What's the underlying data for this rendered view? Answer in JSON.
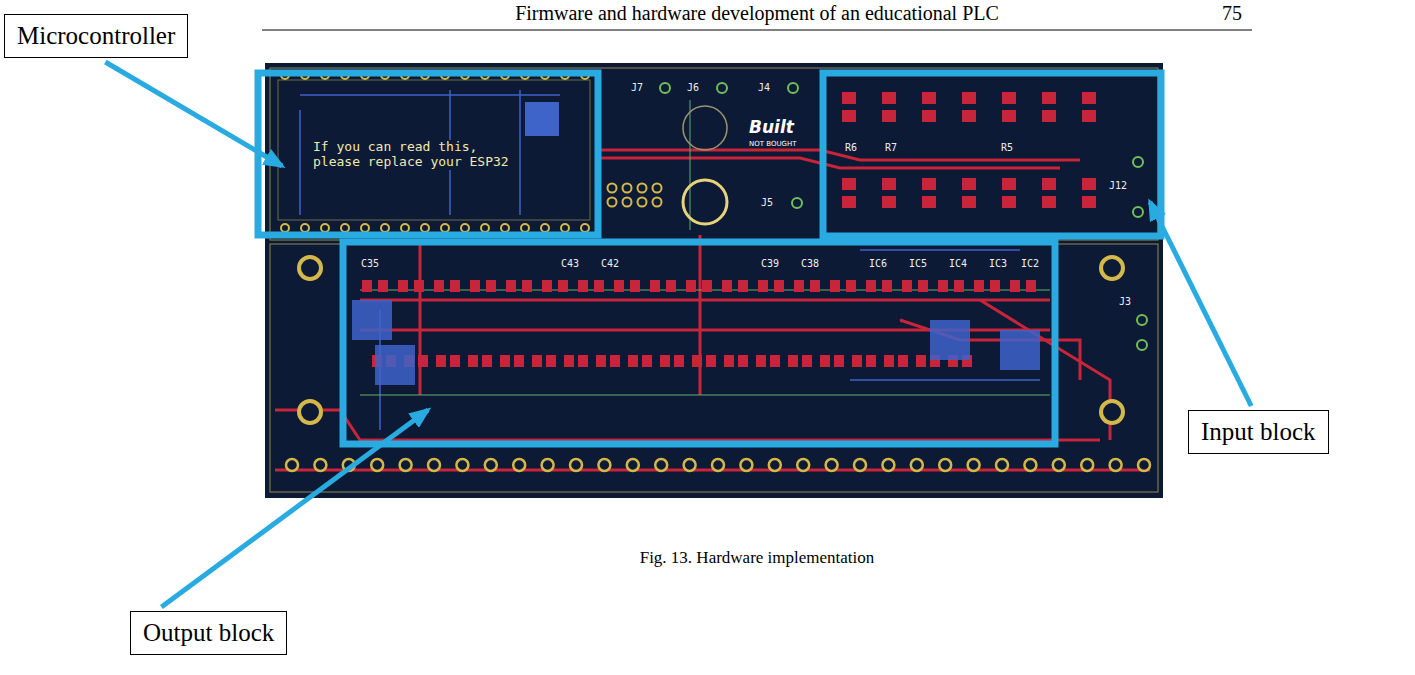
{
  "diagram": {
    "caption": "Fig. 13. Hardware implementation",
    "nodes": [
      {
        "text": [
          "Microcontroller"
        ]
      },
      {
        "text": [
          "Input block"
        ]
      },
      {
        "text": [
          "Output block"
        ]
      }
    ],
    "labels": [
      "Firmware and hardware development of an educational PLC",
      "75",
      "If you can read this, please replace your ESP32",
      "J7",
      "J6",
      "J4",
      "J5",
      "J12",
      "J3",
      "Built",
      "NOT BOUGHT",
      "R5",
      "R6",
      "R7",
      "C35",
      "C43",
      "C42",
      "C39",
      "C38",
      "IC6",
      "IC5",
      "IC4",
      "IC3",
      "IC2"
    ]
  }
}
